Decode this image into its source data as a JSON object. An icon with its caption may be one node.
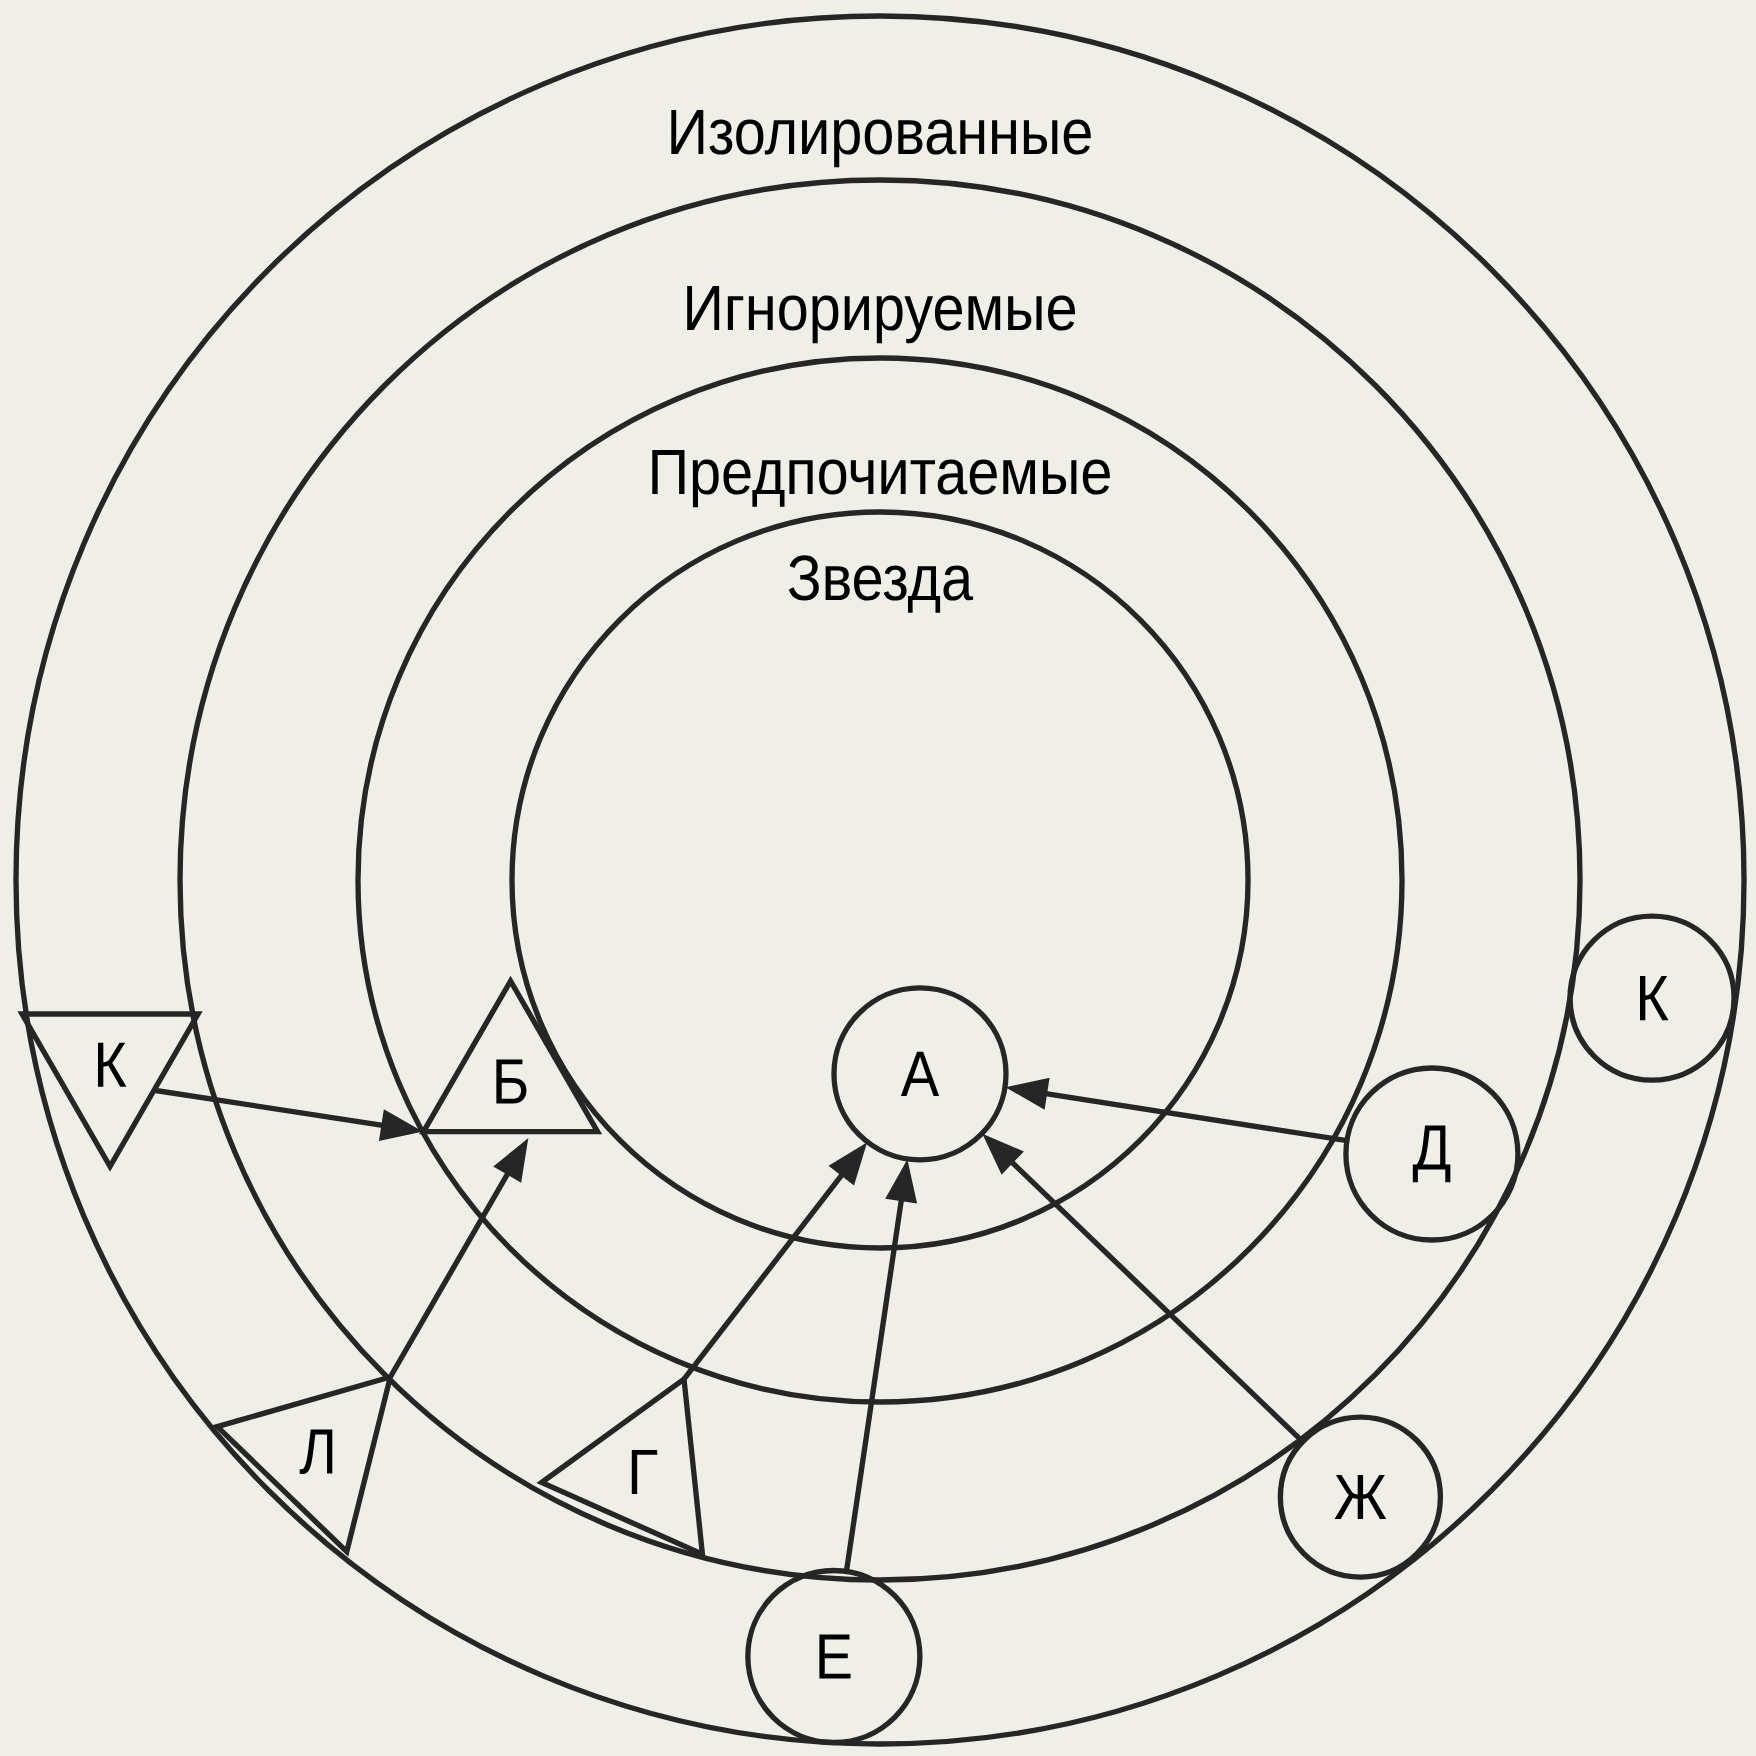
{
  "diagram": {
    "nodes": [
      {
        "text": [
          "Изолированные"
        ]
      },
      {
        "text": [
          "Игнорируемые"
        ],
        "in": 0
      },
      {
        "text": [
          "Предпочитаемые"
        ],
        "in": 1
      },
      {
        "text": [
          "Звезда"
        ],
        "in": 2
      },
      {
        "text": [
          "К"
        ],
        "in": 0
      },
      {
        "text": [
          "Б"
        ],
        "in": 2
      },
      {
        "text": [
          "А"
        ],
        "in": 3
      },
      {
        "text": [
          "К"
        ],
        "in": 0
      },
      {
        "text": [
          "Д"
        ],
        "in": 1
      },
      {
        "text": [
          "Л"
        ],
        "in": 0
      },
      {
        "text": [
          "Г"
        ],
        "in": 1
      },
      {
        "text": [
          "Ж"
        ],
        "in": 0
      },
      {
        "text": [
          "Е"
        ],
        "in": 0
      }
    ],
    "edges": [
      {
        "from": 4,
        "to": 5,
        "arrow": "to"
      },
      {
        "from": 9,
        "to": 5,
        "arrow": "to"
      },
      {
        "from": 10,
        "to": 6,
        "arrow": "to"
      },
      {
        "from": 12,
        "to": 6,
        "arrow": "to"
      },
      {
        "from": 11,
        "to": 6,
        "arrow": "to"
      },
      {
        "from": 8,
        "to": 6,
        "arrow": "to"
      }
    ]
  }
}
